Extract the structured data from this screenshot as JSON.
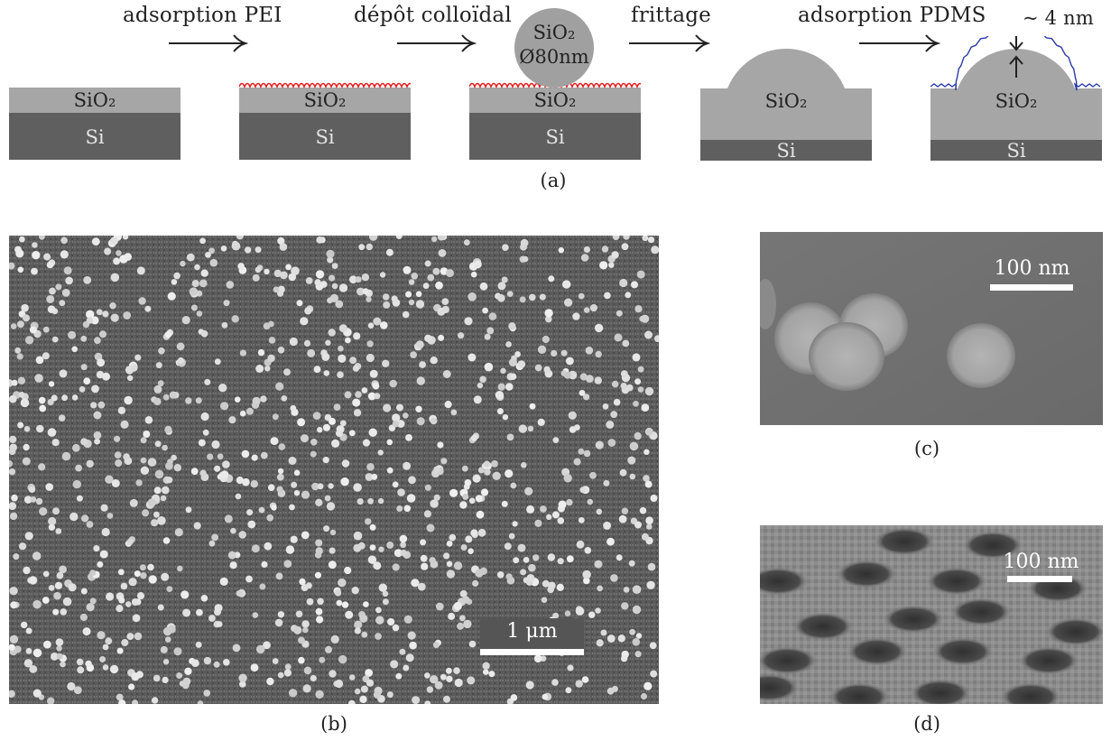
{
  "schematic": {
    "steps": [
      {
        "label": "adsorption PEI"
      },
      {
        "label": "dépôt colloïdal"
      },
      {
        "label": "frittage"
      },
      {
        "label": "adsorption PDMS"
      }
    ],
    "layers": {
      "oxide": "SiO₂",
      "substrate": "Si"
    },
    "particle": {
      "material": "SiO₂",
      "diameter": "Ø80nm"
    },
    "thickness": "~ 4 nm",
    "caption": "(a)",
    "colors": {
      "oxide": "#a6a6a6",
      "substrate": "#5f5f5f",
      "pei": "#e02020",
      "pdms": "#2a3aa8"
    }
  },
  "micrographs": {
    "b": {
      "caption": "(b)",
      "scale": "1 μm"
    },
    "c": {
      "caption": "(c)",
      "scale": "100 nm"
    },
    "d": {
      "caption": "(d)",
      "scale": "100 nm"
    }
  }
}
